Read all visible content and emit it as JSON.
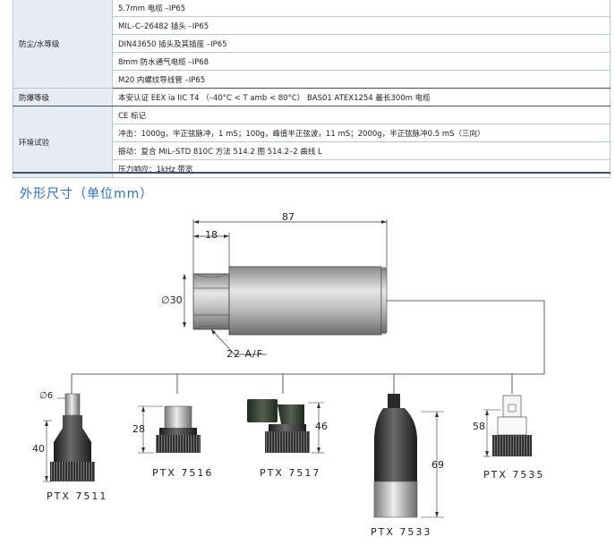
{
  "spec_table": {
    "rows": [
      {
        "category": "",
        "value": "5.7mm 电缆 –IP65"
      },
      {
        "category": "防尘/水等级",
        "value": "MIL–C–26482 插头 –IP65"
      },
      {
        "category": "",
        "value": "DIN43650 插头及其插座 –IP65"
      },
      {
        "category": "",
        "value": "8mm 防水通气电缆 –IP68"
      },
      {
        "category": "",
        "value": "M20 内螺纹导线管 –IP65"
      },
      {
        "category": "防爆等级",
        "value": "本安认证 EEX ia IIC T4 （–40°C < T amb < 80°C） BAS01 ATEX1254 最长300m 电缆"
      },
      {
        "category": "",
        "value": "CE 标记"
      },
      {
        "category": "环境试验",
        "value": "冲击：1000g，半正弦脉冲，1 mS；100g，峰值半正弦波，11 mS；2000g，半正弦脉冲0.5 mS（三向）"
      },
      {
        "category": "",
        "value": "振动：复合 MIL–STD 810C 方法 514.2 图 514.2–2 曲线 L"
      },
      {
        "category": "",
        "value": "压力响应：1kHz 带宽"
      }
    ]
  },
  "section_title": "外形尺寸（单位mm）",
  "dimensions": {
    "overall_length": "87",
    "hex_length": "18",
    "diameter": "∅30",
    "hex_size": "22 A/F",
    "ptx7511_cable_dia": "∅6",
    "ptx7511_height": "40",
    "ptx7516_height": "28",
    "ptx7517_height": "46",
    "ptx7533_height": "69",
    "ptx7535_height": "58"
  },
  "models": {
    "ptx7511": "PTX 7511",
    "ptx7516": "PTX 7516",
    "ptx7517": "PTX 7517",
    "ptx7533": "PTX 7533",
    "ptx7535": "PTX 7535"
  },
  "colors": {
    "title_blue": "#2a6fc4",
    "table_border": "#b9c3d6",
    "table_cat_bg": "#e8edf5",
    "table_rule": "#3d4f78"
  }
}
